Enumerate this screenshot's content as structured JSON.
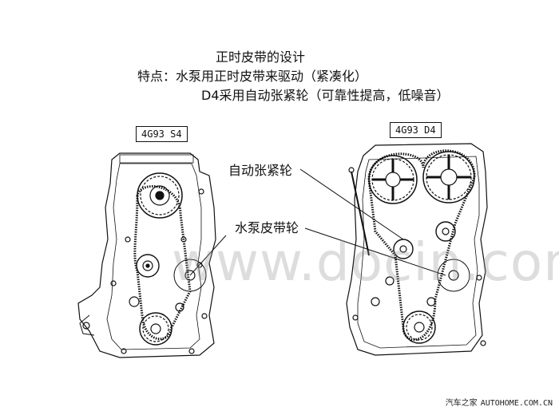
{
  "header": {
    "title": "正时皮带的设计",
    "features_line": "特点：水泵用正时皮带来驱动（紧凑化）",
    "d4_line": "D4采用自动张紧轮（可靠性提高，低噪音）"
  },
  "engines": {
    "left_model": "4G93 S4",
    "right_model": "4G93 D4"
  },
  "callouts": {
    "auto_tensioner": "自动张紧轮",
    "water_pump_pulley": "水泵皮带轮"
  },
  "watermark": "www.docin.com",
  "credit": {
    "brand": "汽车之家",
    "site": "AUTOHOME.COM.CN"
  }
}
